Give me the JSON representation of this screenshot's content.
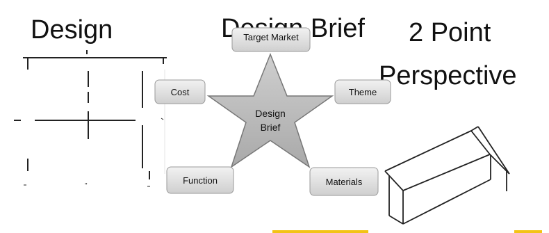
{
  "titles": {
    "left": "Design",
    "center": "Design Brief",
    "right_line1": "2 Point",
    "right_line2": "Perspective"
  },
  "star": {
    "label_line1": "Design",
    "label_line2": "Brief"
  },
  "boxes": {
    "target_market": "Target Market",
    "cost": "Cost",
    "theme": "Theme",
    "function": "Function",
    "materials": "Materials"
  },
  "plan_marks": {
    "bottom_mark": "\""
  },
  "colors": {
    "star_fill": "#b8b8b8",
    "box_fill": "#dcdcdc",
    "accent_yellow": "#f3c316"
  }
}
